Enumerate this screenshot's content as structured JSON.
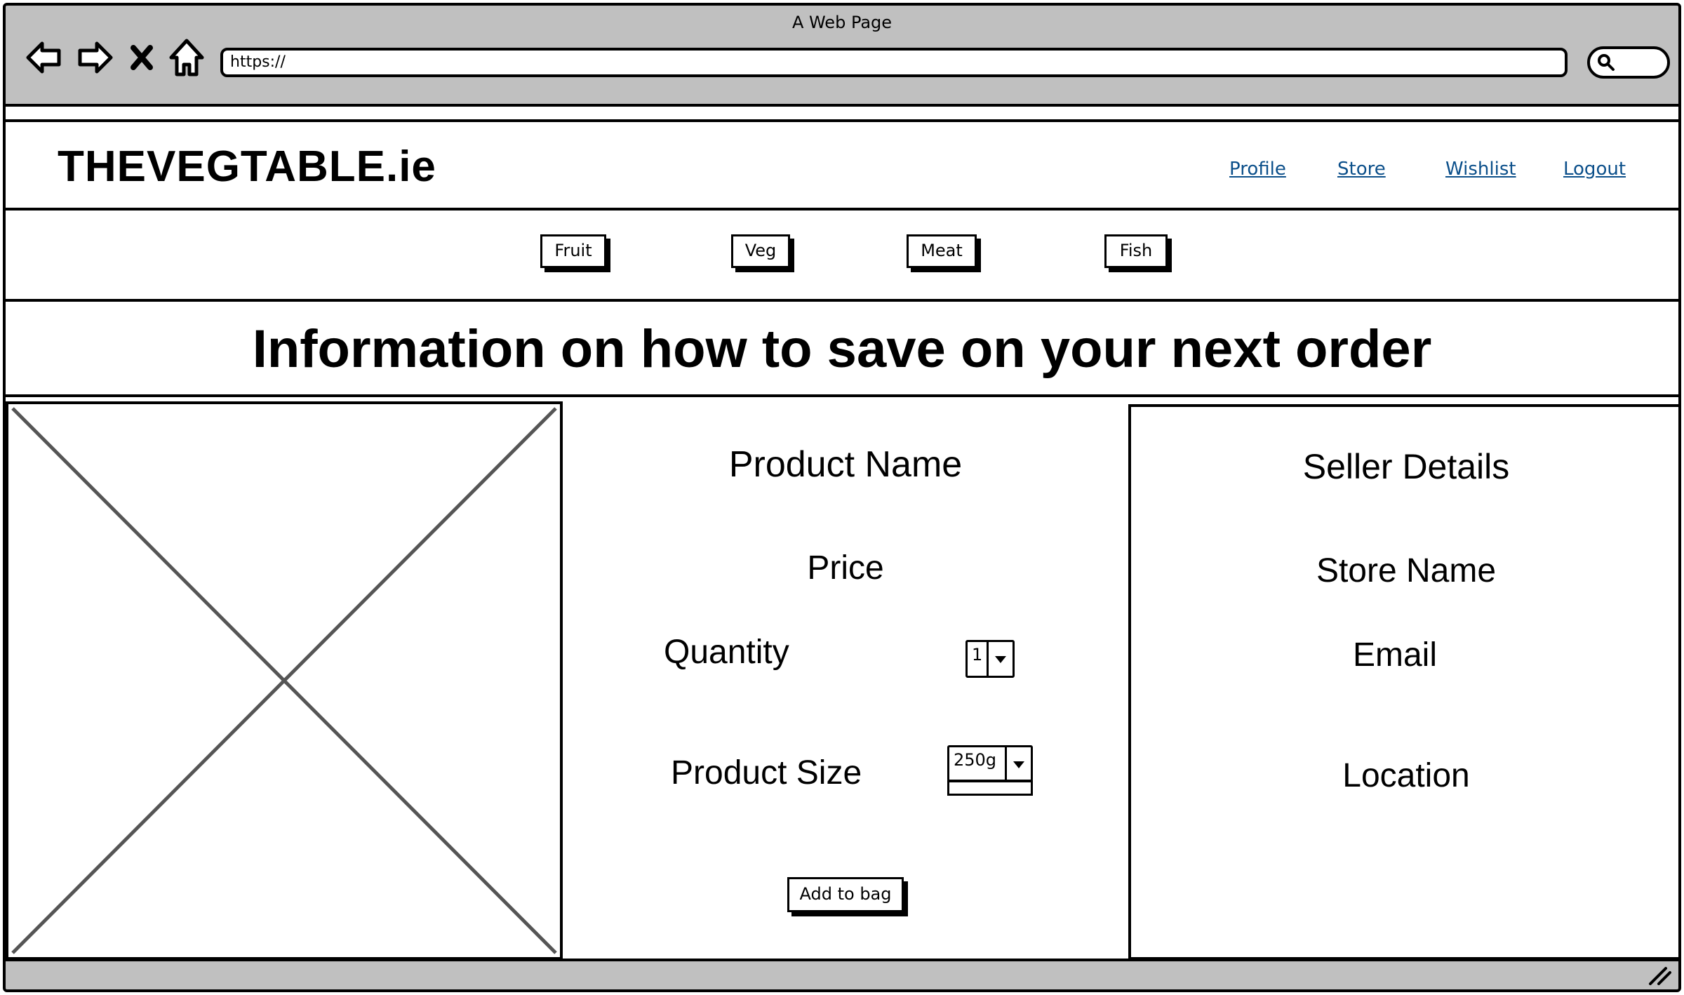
{
  "browser": {
    "title": "A Web Page",
    "url": "https://",
    "icons": [
      "back-arrow-icon",
      "forward-arrow-icon",
      "close-icon",
      "home-icon",
      "search-icon"
    ]
  },
  "site": {
    "logo": "THEVEGTABLE.ie",
    "nav": [
      {
        "label": "Profile"
      },
      {
        "label": "Store"
      },
      {
        "label": "Wishlist"
      },
      {
        "label": "Logout"
      }
    ],
    "link_color": "#0b4f8a"
  },
  "categories": [
    "Fruit",
    "Veg",
    "Meat",
    "Fish"
  ],
  "banner": "Information on how to save on your next order",
  "product": {
    "name": "Product Name",
    "price": "Price",
    "quantity_label": "Quantity",
    "quantity_value": "1",
    "size_label": "Product Size",
    "size_value": "250g",
    "add_button": "Add to bag"
  },
  "seller": {
    "title": "Seller Details",
    "store_name": "Store Name",
    "email": "Email",
    "location": "Location"
  }
}
